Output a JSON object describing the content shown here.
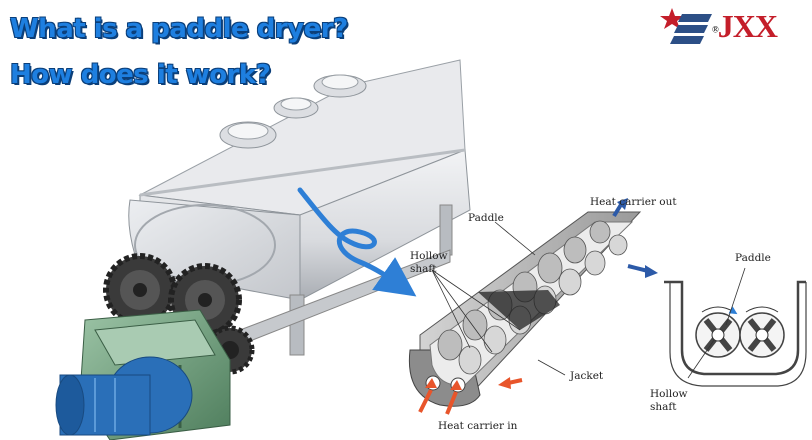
{
  "header": {
    "line1": "What is a paddle dryer?",
    "line2": "How does it work?"
  },
  "logo": {
    "text": "JXX",
    "mark": "®"
  },
  "diagram": {
    "labels": {
      "heat_out": "Heat carrier out",
      "paddle_main": "Paddle",
      "hollow_shaft_main": "Hollow\nshaft",
      "jacket": "Jacket",
      "heat_in": "Heat carrier in",
      "paddle_cross": "Paddle",
      "hollow_shaft_cross": "Hollow\nshaft"
    }
  },
  "colors": {
    "title_blue": "#1e7fe0",
    "brand_red": "#c41e2a",
    "arrow_blue": "#2e7fd6",
    "heat_in_arrow": "#e8552b",
    "heat_out_arrow": "#2c5aa8",
    "motor_blue": "#2a6fb8",
    "gearbox_green": "#6f9e7c"
  }
}
